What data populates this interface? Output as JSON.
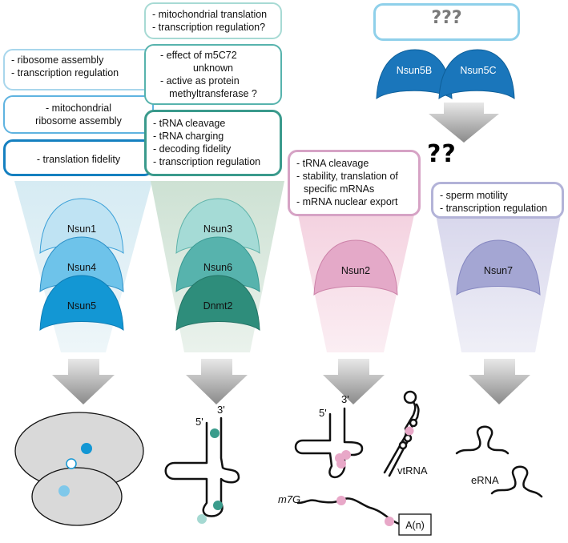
{
  "columns": [
    {
      "id": "col1",
      "boxes": [
        {
          "lines": [
            "- ribosome assembly",
            "- transcription regulation"
          ]
        },
        {
          "lines": [
            "- mitochondrial",
            "ribosome assembly"
          ]
        },
        {
          "lines": [
            "- translation fidelity"
          ]
        }
      ],
      "enzymes": [
        "Nsun1",
        "Nsun4",
        "Nsun5"
      ]
    },
    {
      "id": "col2",
      "boxes": [
        {
          "lines": [
            "- mitochondrial translation",
            "- transcription regulation?"
          ]
        },
        {
          "lines": [
            "- effect of m5C72",
            "unknown",
            "- active as protein",
            "methyltransferase ?"
          ]
        },
        {
          "lines": [
            "- tRNA cleavage",
            "- tRNA charging",
            "- decoding fidelity",
            "- transcription regulation"
          ]
        }
      ],
      "enzymes": [
        "Nsun3",
        "Nsun6",
        "Dnmt2"
      ]
    },
    {
      "id": "col3",
      "boxes": [
        {
          "lines": [
            "- tRNA cleavage",
            "- stability, translation of",
            "specific mRNAs",
            "- mRNA nuclear export"
          ]
        }
      ],
      "enzymes": [
        "Nsun2"
      ]
    },
    {
      "id": "col4",
      "boxes": [
        {
          "lines": [
            "- sperm motility",
            "- transcription regulation"
          ]
        }
      ],
      "enzymes": [
        "Nsun7"
      ]
    }
  ],
  "unknown": {
    "box_text": "???",
    "enzymes": [
      "Nsun5B",
      "Nsun5C"
    ],
    "marker": "??"
  },
  "rna_labels": {
    "trna_5p": "5'",
    "trna_3p": "3'",
    "trna2_5p": "5'",
    "trna2_3p": "3'",
    "vtrna": "vtRNA",
    "mrna_cap": "m7G",
    "polya": "A(n)",
    "erna": "eRNA"
  },
  "colors": {
    "nsun1": "#bfe3f3",
    "nsun4": "#6ec3ea",
    "nsun5": "#1397d4",
    "nsun3": "#a5dbd6",
    "nsun6": "#57b3ad",
    "dnmt2": "#2e8d7b",
    "nsun2": "#e4a9c8",
    "nsun7": "#a4a6d3",
    "nsun5b": "#1a76bb",
    "nsun5c": "#1a76bb",
    "mod_pink": "#e8a8c8",
    "mod_teal": "#3a9c8c"
  }
}
